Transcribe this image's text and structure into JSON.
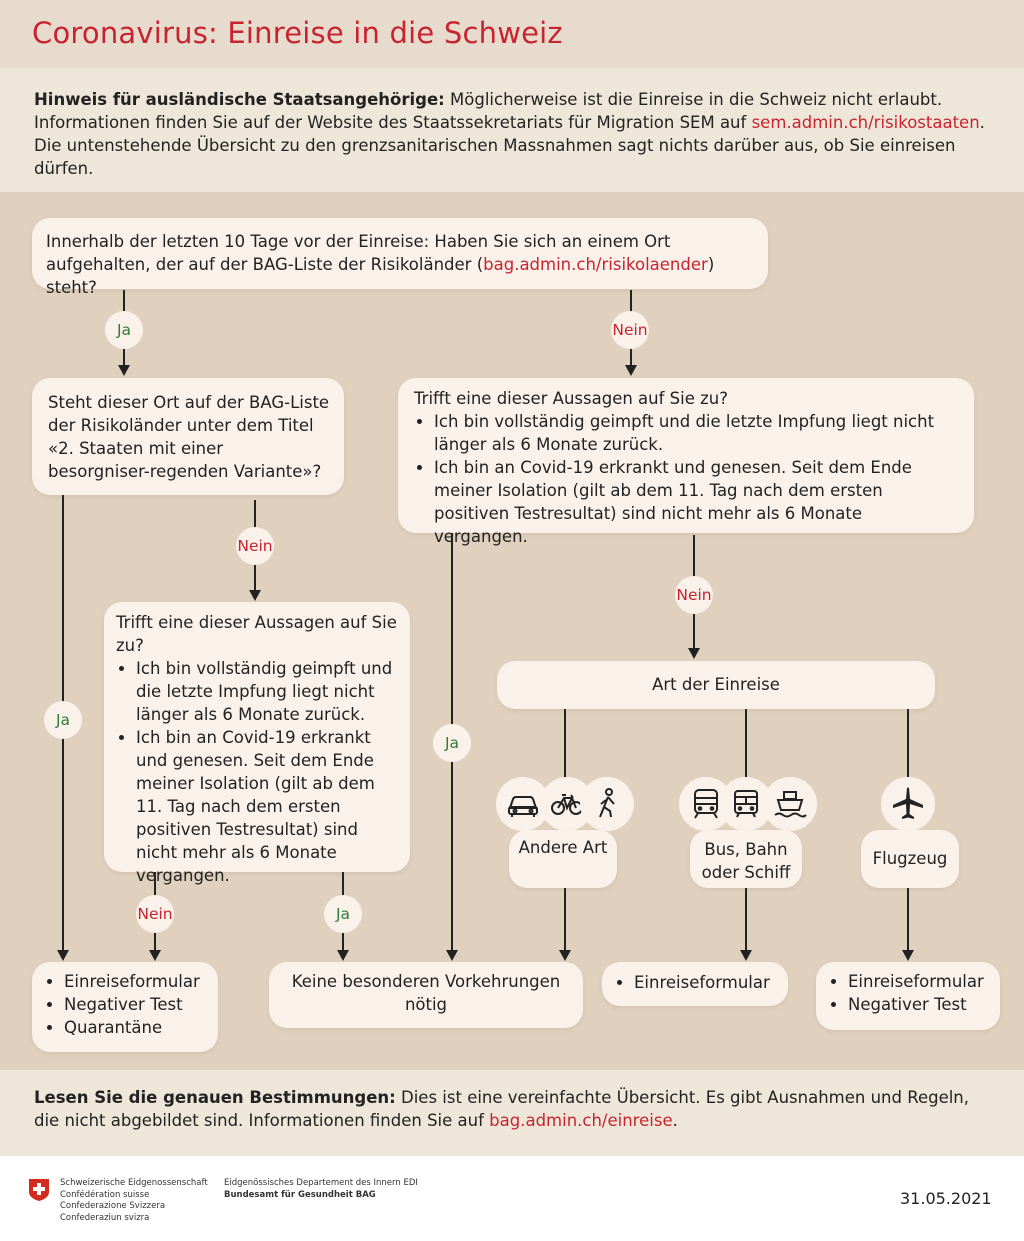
{
  "title": "Coronavirus: Einreise in die Schweiz",
  "notice": {
    "bold": "Hinweis für ausländische Staatsangehörige:",
    "text1": " Möglicherweise ist die Einreise in die Schweiz nicht erlaubt. Informationen finden Sie auf der Website des Staatssekretariats für Migration SEM auf ",
    "link": "sem.admin.ch/risikostaaten",
    "text2": ". Die untenstehende Übersicht zu den grenzsanitarischen Massnahmen sagt nichts darüber aus, ob Sie einreisen dürfen."
  },
  "q1": {
    "text1": "Innerhalb der letzten 10 Tage vor der Einreise: Haben Sie sich an einem Ort aufgehalten, der auf der BAG-Liste der Risikoländer (",
    "link": "bag.admin.ch/risikolaender",
    "text2": ") steht?"
  },
  "q2": "Steht dieser Ort auf der BAG-Liste der Risikoländer unter dem Titel «2. Staaten mit einer besorgniser-regenden Variante»?",
  "q3": {
    "intro": "Trifft eine dieser Aussagen auf Sie zu?",
    "items": [
      "Ich bin vollständig geimpft und die letzte Impfung liegt nicht länger als 6 Monate zurück.",
      "Ich bin an Covid-19 erkrankt und genesen. Seit dem Ende meiner Isolation (gilt ab dem 11. Tag nach dem ersten positiven Testresultat) sind nicht mehr als 6 Monate vergangen."
    ]
  },
  "q4": {
    "intro": "Trifft eine dieser Aussagen auf Sie zu?",
    "items": [
      "Ich bin vollständig geimpft und die letzte Impfung liegt nicht länger als 6 Monate zurück.",
      "Ich bin an Covid-19 erkrankt und genesen. Seit dem Ende meiner Isolation (gilt ab dem 11. Tag nach dem ersten positiven Testresultat) sind nicht mehr als 6 Monate vergangen."
    ]
  },
  "labels": {
    "ja": "Ja",
    "nein": "Nein"
  },
  "art": "Art der Einreise",
  "modes": {
    "andere": "Andere Art",
    "bus": "Bus, Bahn oder Schiff",
    "flug": "Flugzeug"
  },
  "outcomes": {
    "o1": [
      "Einreiseformular",
      "Negativer Test",
      "Quarantäne"
    ],
    "o2": "Keine besonderen Vorkehrungen nötig",
    "o3": [
      "Einreiseformular"
    ],
    "o4": [
      "Einreiseformular",
      "Negativer Test"
    ]
  },
  "footer": {
    "bold": "Lesen Sie die genauen Bestimmungen:",
    "text1": " Dies ist eine vereinfachte Übersicht. Es gibt Ausnahmen und Regeln, die nicht abgebildet sind. Informationen finden Sie auf ",
    "link": "bag.admin.ch/einreise",
    "text2": "."
  },
  "logo": {
    "lines": [
      "Schweizerische Eidgenossenschaft",
      "Confédération suisse",
      "Confederazione Svizzera",
      "Confederaziun svizra"
    ],
    "dept": "Eidgenössisches Departement des Innern EDI",
    "office": "Bundesamt für Gesundheit BAG"
  },
  "date": "31.05.2021",
  "colors": {
    "red": "#c8242f",
    "green": "#2f7a3a",
    "box": "#faf1ea",
    "flow_bg": "#e0d1bf"
  },
  "icons": [
    "car-icon",
    "bicycle-icon",
    "pedestrian-icon",
    "train-icon",
    "tram-icon",
    "ship-icon",
    "airplane-icon",
    "swiss-cross-icon"
  ]
}
